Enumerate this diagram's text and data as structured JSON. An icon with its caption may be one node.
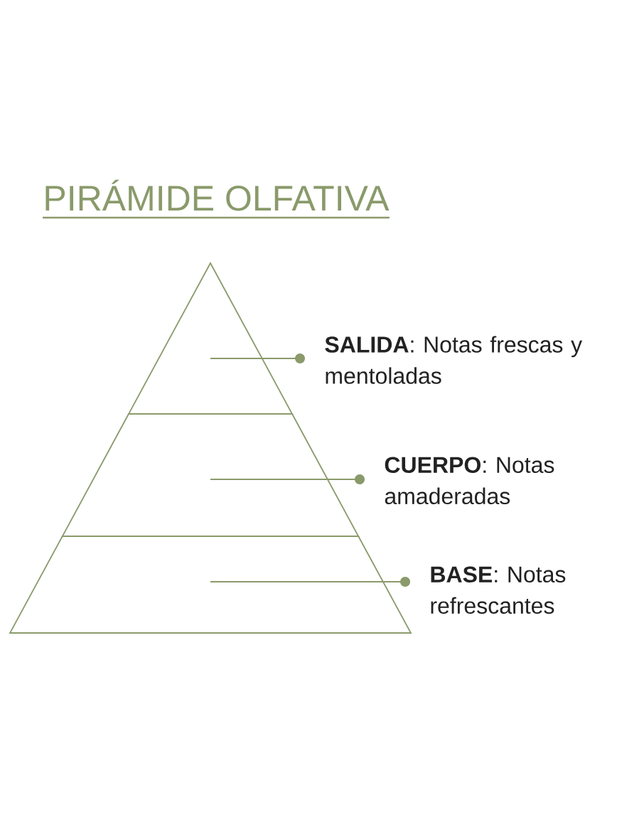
{
  "diagram": {
    "title": "PIRÁMIDE OLFATIVA",
    "nodes": [
      {
        "text": [],
        "shape": "triangle"
      },
      {
        "text": [],
        "shape": "band"
      },
      {
        "text": [],
        "shape": "band"
      },
      {
        "text": [
          "**SALIDA**: Notas frescas y mentoladas"
        ]
      },
      {
        "text": [
          "**CUERPO**: Notas amaderadas"
        ]
      },
      {
        "text": [
          "**BASE**: Notas refrescantes"
        ]
      }
    ],
    "edges": [
      {
        "from": 3,
        "to": 0,
        "arrow": "other"
      },
      {
        "from": 4,
        "to": 1,
        "arrow": "other"
      },
      {
        "from": 5,
        "to": 2,
        "arrow": "other"
      }
    ]
  }
}
